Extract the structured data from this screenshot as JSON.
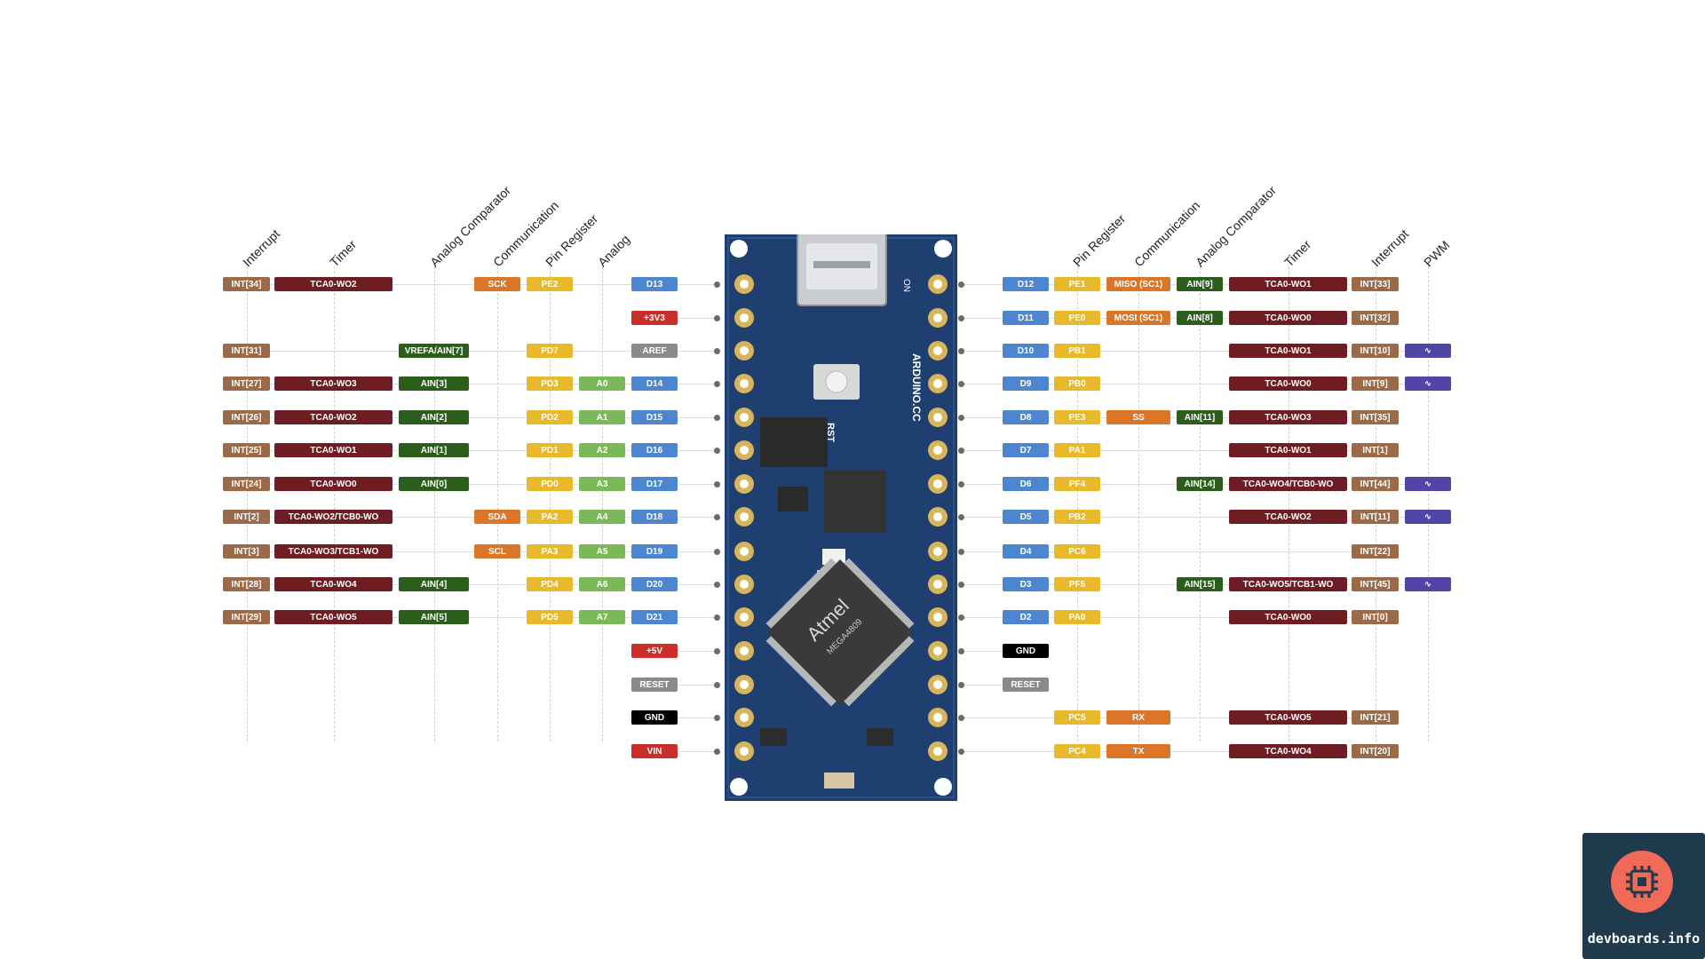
{
  "colors": {
    "interrupt": "#9a6a49",
    "timer": "#6e1e22",
    "analog_comparator": "#2c5e1b",
    "communication": "#db7629",
    "pin_register": "#e7b92b",
    "analog": "#7bb85a",
    "digital": "#4d86cf",
    "power": "#c9302b",
    "gray": "#8a8a8a",
    "ground": "#000000",
    "pwm": "#5245a8",
    "board": "#1e3f6f"
  },
  "headers": {
    "left": [
      "Interrupt",
      "Timer",
      "Analog Comparator",
      "Communication",
      "Pin Register",
      "Analog"
    ],
    "right": [
      "Pin Register",
      "Communication",
      "Analog Comparator",
      "Timer",
      "Interrupt",
      "PWM"
    ]
  },
  "left_rows": [
    {
      "interrupt": "INT[34]",
      "timer": "TCA0-WO2",
      "comparator": "",
      "communication": "SCK",
      "register": "PE2",
      "analog": "",
      "pin": "D13",
      "pin_type": "digital"
    },
    {
      "interrupt": "",
      "timer": "",
      "comparator": "",
      "communication": "",
      "register": "",
      "analog": "",
      "pin": "+3V3",
      "pin_type": "power"
    },
    {
      "interrupt": "INT[31]",
      "timer": "",
      "comparator": "VREFA/AIN[7]",
      "communication": "",
      "register": "PD7",
      "analog": "",
      "pin": "AREF",
      "pin_type": "gray"
    },
    {
      "interrupt": "INT[27]",
      "timer": "TCA0-WO3",
      "comparator": "AIN[3]",
      "communication": "",
      "register": "PD3",
      "analog": "A0",
      "pin": "D14",
      "pin_type": "digital"
    },
    {
      "interrupt": "INT[26]",
      "timer": "TCA0-WO2",
      "comparator": "AIN[2]",
      "communication": "",
      "register": "PD2",
      "analog": "A1",
      "pin": "D15",
      "pin_type": "digital"
    },
    {
      "interrupt": "INT[25]",
      "timer": "TCA0-WO1",
      "comparator": "AIN[1]",
      "communication": "",
      "register": "PD1",
      "analog": "A2",
      "pin": "D16",
      "pin_type": "digital"
    },
    {
      "interrupt": "INT[24]",
      "timer": "TCA0-WO0",
      "comparator": "AIN[0]",
      "communication": "",
      "register": "PD0",
      "analog": "A3",
      "pin": "D17",
      "pin_type": "digital"
    },
    {
      "interrupt": "INT[2]",
      "timer": "TCA0-WO2/TCB0-WO",
      "comparator": "",
      "communication": "SDA",
      "register": "PA2",
      "analog": "A4",
      "pin": "D18",
      "pin_type": "digital"
    },
    {
      "interrupt": "INT[3]",
      "timer": "TCA0-WO3/TCB1-WO",
      "comparator": "",
      "communication": "SCL",
      "register": "PA3",
      "analog": "A5",
      "pin": "D19",
      "pin_type": "digital"
    },
    {
      "interrupt": "INT[28]",
      "timer": "TCA0-WO4",
      "comparator": "AIN[4]",
      "communication": "",
      "register": "PD4",
      "analog": "A6",
      "pin": "D20",
      "pin_type": "digital"
    },
    {
      "interrupt": "INT[29]",
      "timer": "TCA0-WO5",
      "comparator": "AIN[5]",
      "communication": "",
      "register": "PD5",
      "analog": "A7",
      "pin": "D21",
      "pin_type": "digital"
    },
    {
      "interrupt": "",
      "timer": "",
      "comparator": "",
      "communication": "",
      "register": "",
      "analog": "",
      "pin": "+5V",
      "pin_type": "power"
    },
    {
      "interrupt": "",
      "timer": "",
      "comparator": "",
      "communication": "",
      "register": "",
      "analog": "",
      "pin": "RESET",
      "pin_type": "gray"
    },
    {
      "interrupt": "",
      "timer": "",
      "comparator": "",
      "communication": "",
      "register": "",
      "analog": "",
      "pin": "GND",
      "pin_type": "ground"
    },
    {
      "interrupt": "",
      "timer": "",
      "comparator": "",
      "communication": "",
      "register": "",
      "analog": "",
      "pin": "VIN",
      "pin_type": "power"
    }
  ],
  "right_rows": [
    {
      "pin": "D12",
      "pin_type": "digital",
      "register": "PE1",
      "communication": "MISO (SC1)",
      "comparator": "AIN[9]",
      "timer": "TCA0-WO1",
      "interrupt": "INT[33]",
      "pwm": ""
    },
    {
      "pin": "D11",
      "pin_type": "digital",
      "register": "PE0",
      "communication": "MOSI (SC1)",
      "comparator": "AIN[8]",
      "timer": "TCA0-WO0",
      "interrupt": "INT[32]",
      "pwm": ""
    },
    {
      "pin": "D10",
      "pin_type": "digital",
      "register": "PB1",
      "communication": "",
      "comparator": "",
      "timer": "TCA0-WO1",
      "interrupt": "INT[10]",
      "pwm": "∿"
    },
    {
      "pin": "D9",
      "pin_type": "digital",
      "register": "PB0",
      "communication": "",
      "comparator": "",
      "timer": "TCA0-WO0",
      "interrupt": "INT[9]",
      "pwm": "∿"
    },
    {
      "pin": "D8",
      "pin_type": "digital",
      "register": "PE3",
      "communication": "SS",
      "comparator": "AIN[11]",
      "timer": "TCA0-WO3",
      "interrupt": "INT[35]",
      "pwm": ""
    },
    {
      "pin": "D7",
      "pin_type": "digital",
      "register": "PA1",
      "communication": "",
      "comparator": "",
      "timer": "TCA0-WO1",
      "interrupt": "INT[1]",
      "pwm": ""
    },
    {
      "pin": "D6",
      "pin_type": "digital",
      "register": "PF4",
      "communication": "",
      "comparator": "AIN[14]",
      "timer": "TCA0-WO4/TCB0-WO",
      "interrupt": "INT[44]",
      "pwm": "∿"
    },
    {
      "pin": "D5",
      "pin_type": "digital",
      "register": "PB2",
      "communication": "",
      "comparator": "",
      "timer": "TCA0-WO2",
      "interrupt": "INT[11]",
      "pwm": "∿"
    },
    {
      "pin": "D4",
      "pin_type": "digital",
      "register": "PC6",
      "communication": "",
      "comparator": "",
      "timer": "",
      "interrupt": "INT[22]",
      "pwm": ""
    },
    {
      "pin": "D3",
      "pin_type": "digital",
      "register": "PF5",
      "communication": "",
      "comparator": "AIN[15]",
      "timer": "TCA0-WO5/TCB1-WO",
      "interrupt": "INT[45]",
      "pwm": "∿"
    },
    {
      "pin": "D2",
      "pin_type": "digital",
      "register": "PA0",
      "communication": "",
      "comparator": "",
      "timer": "TCA0-WO0",
      "interrupt": "INT[0]",
      "pwm": ""
    },
    {
      "pin": "GND",
      "pin_type": "ground",
      "register": "",
      "communication": "",
      "comparator": "",
      "timer": "",
      "interrupt": "",
      "pwm": ""
    },
    {
      "pin": "RESET",
      "pin_type": "gray",
      "register": "",
      "communication": "",
      "comparator": "",
      "timer": "",
      "interrupt": "",
      "pwm": ""
    },
    {
      "pin": "",
      "pin_type": "",
      "register": "PC5",
      "communication": "RX",
      "comparator": "",
      "timer": "TCA0-WO5",
      "interrupt": "INT[21]",
      "pwm": ""
    },
    {
      "pin": "",
      "pin_type": "",
      "register": "PC4",
      "communication": "TX",
      "comparator": "",
      "timer": "TCA0-WO4",
      "interrupt": "INT[20]",
      "pwm": ""
    }
  ],
  "board": {
    "silk_brand": "ARDUINO.CC",
    "chip_brand": "Atmel",
    "chip_marking": "MEGA4809",
    "usb_label": "ON",
    "rst_label": "RST"
  },
  "logo": {
    "text": "devboards.info",
    "icon": "chip-icon"
  }
}
